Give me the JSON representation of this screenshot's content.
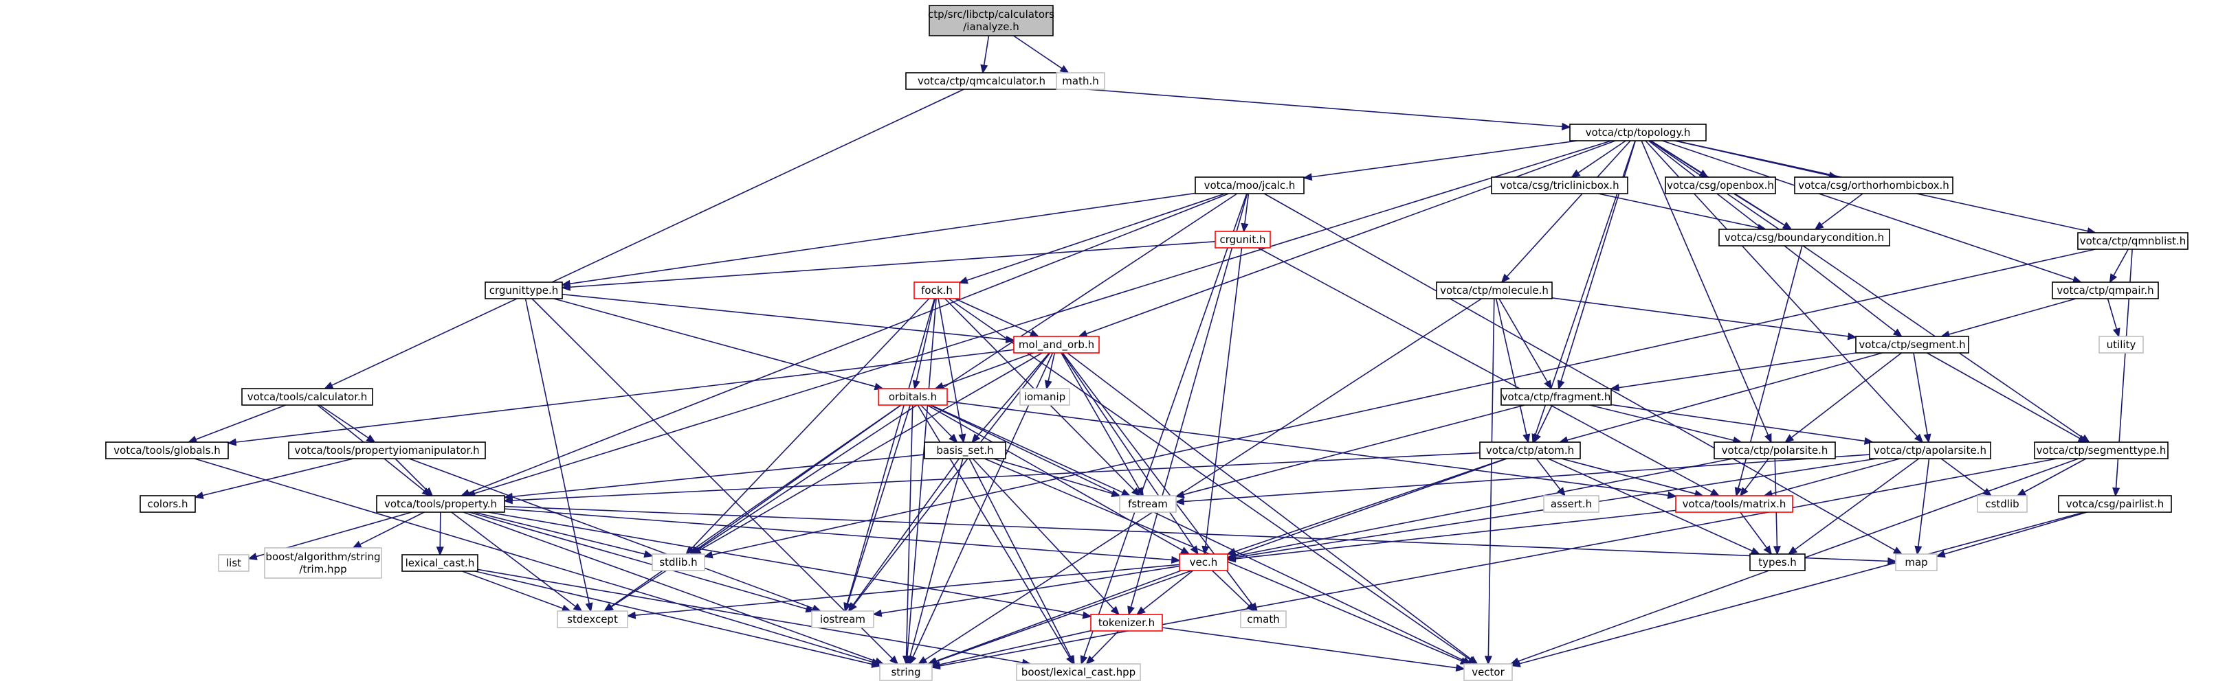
{
  "colors": {
    "edge": "#191970",
    "root_fill": "#bfbfbf",
    "missing": "#bfbfbf",
    "truncated": "#ff0000",
    "normal": "#000000"
  },
  "nodes": [
    {
      "id": "ianalyze",
      "lines": [
        "ctp/src/libctp/calculators",
        "/ianalyze.h"
      ],
      "kind": "root"
    },
    {
      "id": "qmcalculator",
      "lines": [
        "votca/ctp/qmcalculator.h"
      ],
      "kind": "normal"
    },
    {
      "id": "math",
      "lines": [
        "math.h"
      ],
      "kind": "gray"
    },
    {
      "id": "topology",
      "lines": [
        "votca/ctp/topology.h"
      ],
      "kind": "normal"
    },
    {
      "id": "jcalc",
      "lines": [
        "votca/moo/jcalc.h"
      ],
      "kind": "normal"
    },
    {
      "id": "triclinicbox",
      "lines": [
        "votca/csg/triclinicbox.h"
      ],
      "kind": "normal"
    },
    {
      "id": "openbox",
      "lines": [
        "votca/csg/openbox.h"
      ],
      "kind": "normal"
    },
    {
      "id": "orthorhombicbox",
      "lines": [
        "votca/csg/orthorhombicbox.h"
      ],
      "kind": "normal"
    },
    {
      "id": "qmnblist",
      "lines": [
        "votca/ctp/qmnblist.h"
      ],
      "kind": "normal"
    },
    {
      "id": "crgunit",
      "lines": [
        "crgunit.h"
      ],
      "kind": "red"
    },
    {
      "id": "boundarycondition",
      "lines": [
        "votca/csg/boundarycondition.h"
      ],
      "kind": "normal"
    },
    {
      "id": "crgunittype",
      "lines": [
        "crgunittype.h"
      ],
      "kind": "normal"
    },
    {
      "id": "fock",
      "lines": [
        "fock.h"
      ],
      "kind": "red"
    },
    {
      "id": "molecule",
      "lines": [
        "votca/ctp/molecule.h"
      ],
      "kind": "normal"
    },
    {
      "id": "qmpair",
      "lines": [
        "votca/ctp/qmpair.h"
      ],
      "kind": "normal"
    },
    {
      "id": "mol_and_orb",
      "lines": [
        "mol_and_orb.h"
      ],
      "kind": "red"
    },
    {
      "id": "segment",
      "lines": [
        "votca/ctp/segment.h"
      ],
      "kind": "normal"
    },
    {
      "id": "utility",
      "lines": [
        "utility"
      ],
      "kind": "gray"
    },
    {
      "id": "calculator",
      "lines": [
        "votca/tools/calculator.h"
      ],
      "kind": "normal"
    },
    {
      "id": "orbitals",
      "lines": [
        "orbitals.h"
      ],
      "kind": "red"
    },
    {
      "id": "iomanip",
      "lines": [
        "iomanip"
      ],
      "kind": "gray"
    },
    {
      "id": "fragment",
      "lines": [
        "votca/ctp/fragment.h"
      ],
      "kind": "normal"
    },
    {
      "id": "globals",
      "lines": [
        "votca/tools/globals.h"
      ],
      "kind": "normal"
    },
    {
      "id": "propertyiomanipulator",
      "lines": [
        "votca/tools/propertyiomanipulator.h"
      ],
      "kind": "normal"
    },
    {
      "id": "basis_set",
      "lines": [
        "basis_set.h"
      ],
      "kind": "normal"
    },
    {
      "id": "atom",
      "lines": [
        "votca/ctp/atom.h"
      ],
      "kind": "normal"
    },
    {
      "id": "polarsite",
      "lines": [
        "votca/ctp/polarsite.h"
      ],
      "kind": "normal"
    },
    {
      "id": "apolarsite",
      "lines": [
        "votca/ctp/apolarsite.h"
      ],
      "kind": "normal"
    },
    {
      "id": "segmenttype",
      "lines": [
        "votca/ctp/segmenttype.h"
      ],
      "kind": "normal"
    },
    {
      "id": "colors",
      "lines": [
        "colors.h"
      ],
      "kind": "normal"
    },
    {
      "id": "fstream",
      "lines": [
        "fstream"
      ],
      "kind": "gray"
    },
    {
      "id": "assert",
      "lines": [
        "assert.h"
      ],
      "kind": "gray"
    },
    {
      "id": "matrix",
      "lines": [
        "votca/tools/matrix.h"
      ],
      "kind": "red"
    },
    {
      "id": "cstdlib",
      "lines": [
        "cstdlib"
      ],
      "kind": "gray"
    },
    {
      "id": "property",
      "lines": [
        "votca/tools/property.h"
      ],
      "kind": "normal"
    },
    {
      "id": "pairlist",
      "lines": [
        "votca/csg/pairlist.h"
      ],
      "kind": "normal"
    },
    {
      "id": "list",
      "lines": [
        "list"
      ],
      "kind": "gray"
    },
    {
      "id": "boost_trim",
      "lines": [
        "boost/algorithm/string",
        "/trim.hpp"
      ],
      "kind": "gray"
    },
    {
      "id": "lexical_cast_h",
      "lines": [
        "lexical_cast.h"
      ],
      "kind": "normal"
    },
    {
      "id": "stdlib",
      "lines": [
        "stdlib.h"
      ],
      "kind": "gray"
    },
    {
      "id": "types",
      "lines": [
        "types.h"
      ],
      "kind": "normal"
    },
    {
      "id": "map",
      "lines": [
        "map"
      ],
      "kind": "gray"
    },
    {
      "id": "vec",
      "lines": [
        "vec.h"
      ],
      "kind": "red"
    },
    {
      "id": "stdexcept",
      "lines": [
        "stdexcept"
      ],
      "kind": "gray"
    },
    {
      "id": "iostream",
      "lines": [
        "iostream"
      ],
      "kind": "gray"
    },
    {
      "id": "cmath",
      "lines": [
        "cmath"
      ],
      "kind": "gray"
    },
    {
      "id": "tokenizer",
      "lines": [
        "tokenizer.h"
      ],
      "kind": "red"
    },
    {
      "id": "string",
      "lines": [
        "string"
      ],
      "kind": "gray"
    },
    {
      "id": "boost_lexical",
      "lines": [
        "boost/lexical_cast.hpp"
      ],
      "kind": "gray"
    },
    {
      "id": "vector",
      "lines": [
        "vector"
      ],
      "kind": "gray"
    }
  ],
  "edges": [
    [
      "ianalyze",
      "qmcalculator"
    ],
    [
      "ianalyze",
      "math"
    ],
    [
      "qmcalculator",
      "topology"
    ],
    [
      "qmcalculator",
      "calculator"
    ],
    [
      "topology",
      "jcalc"
    ],
    [
      "topology",
      "triclinicbox"
    ],
    [
      "topology",
      "openbox"
    ],
    [
      "topology",
      "orthorhombicbox"
    ],
    [
      "topology",
      "qmnblist"
    ],
    [
      "topology",
      "boundarycondition"
    ],
    [
      "topology",
      "molecule"
    ],
    [
      "topology",
      "qmpair"
    ],
    [
      "topology",
      "segment"
    ],
    [
      "topology",
      "fragment"
    ],
    [
      "topology",
      "atom"
    ],
    [
      "topology",
      "polarsite"
    ],
    [
      "topology",
      "apolarsite"
    ],
    [
      "topology",
      "segmenttype"
    ],
    [
      "topology",
      "mol_and_orb"
    ],
    [
      "topology",
      "property"
    ],
    [
      "triclinicbox",
      "boundarycondition"
    ],
    [
      "openbox",
      "boundarycondition"
    ],
    [
      "orthorhombicbox",
      "boundarycondition"
    ],
    [
      "boundarycondition",
      "matrix"
    ],
    [
      "jcalc",
      "crgunit"
    ],
    [
      "jcalc",
      "crgunittype"
    ],
    [
      "jcalc",
      "fock"
    ],
    [
      "jcalc",
      "property"
    ],
    [
      "jcalc",
      "tokenizer"
    ],
    [
      "jcalc",
      "map"
    ],
    [
      "jcalc",
      "boost_lexical"
    ],
    [
      "jcalc",
      "stdexcept"
    ],
    [
      "crgunit",
      "crgunittype"
    ],
    [
      "crgunit",
      "vec"
    ],
    [
      "crgunit",
      "matrix"
    ],
    [
      "crgunittype",
      "mol_and_orb"
    ],
    [
      "crgunittype",
      "orbitals"
    ],
    [
      "crgunittype",
      "string"
    ],
    [
      "crgunittype",
      "stdexcept"
    ],
    [
      "fock",
      "mol_and_orb"
    ],
    [
      "fock",
      "orbitals"
    ],
    [
      "fock",
      "basis_set"
    ],
    [
      "fock",
      "fstream"
    ],
    [
      "fock",
      "iostream"
    ],
    [
      "fock",
      "stdlib"
    ],
    [
      "fock",
      "vector"
    ],
    [
      "fock",
      "string"
    ],
    [
      "mol_and_orb",
      "orbitals"
    ],
    [
      "mol_and_orb",
      "basis_set"
    ],
    [
      "mol_and_orb",
      "iomanip"
    ],
    [
      "mol_and_orb",
      "vec"
    ],
    [
      "mol_and_orb",
      "fstream"
    ],
    [
      "mol_and_orb",
      "iostream"
    ],
    [
      "mol_and_orb",
      "stdlib"
    ],
    [
      "mol_and_orb",
      "globals"
    ],
    [
      "mol_and_orb",
      "vector"
    ],
    [
      "mol_and_orb",
      "cmath"
    ],
    [
      "mol_and_orb",
      "string"
    ],
    [
      "orbitals",
      "basis_set"
    ],
    [
      "orbitals",
      "matrix"
    ],
    [
      "orbitals",
      "vec"
    ],
    [
      "orbitals",
      "fstream"
    ],
    [
      "orbitals",
      "iostream"
    ],
    [
      "orbitals",
      "stdlib"
    ],
    [
      "orbitals",
      "string"
    ],
    [
      "orbitals",
      "stdexcept"
    ],
    [
      "orbitals",
      "boost_lexical"
    ],
    [
      "orbitals",
      "vector"
    ],
    [
      "basis_set",
      "property"
    ],
    [
      "basis_set",
      "fstream"
    ],
    [
      "basis_set",
      "tokenizer"
    ],
    [
      "basis_set",
      "iostream"
    ],
    [
      "basis_set",
      "string"
    ],
    [
      "basis_set",
      "boost_lexical"
    ],
    [
      "basis_set",
      "vector"
    ],
    [
      "qmnblist",
      "qmpair"
    ],
    [
      "qmnblist",
      "pairlist"
    ],
    [
      "qmnblist",
      "stdlib"
    ],
    [
      "qmpair",
      "segment"
    ],
    [
      "qmpair",
      "utility"
    ],
    [
      "molecule",
      "segment"
    ],
    [
      "molecule",
      "fragment"
    ],
    [
      "molecule",
      "atom"
    ],
    [
      "molecule",
      "string"
    ],
    [
      "molecule",
      "vector"
    ],
    [
      "segment",
      "fragment"
    ],
    [
      "segment",
      "atom"
    ],
    [
      "segment",
      "polarsite"
    ],
    [
      "segment",
      "apolarsite"
    ],
    [
      "segment",
      "segmenttype"
    ],
    [
      "fragment",
      "atom"
    ],
    [
      "fragment",
      "polarsite"
    ],
    [
      "fragment",
      "apolarsite"
    ],
    [
      "fragment",
      "fstream"
    ],
    [
      "atom",
      "property"
    ],
    [
      "atom",
      "matrix"
    ],
    [
      "atom",
      "vec"
    ],
    [
      "atom",
      "assert"
    ],
    [
      "atom",
      "types"
    ],
    [
      "atom",
      "string"
    ],
    [
      "polarsite",
      "matrix"
    ],
    [
      "polarsite",
      "vec"
    ],
    [
      "polarsite",
      "types"
    ],
    [
      "apolarsite",
      "matrix"
    ],
    [
      "apolarsite",
      "vec"
    ],
    [
      "apolarsite",
      "types"
    ],
    [
      "apolarsite",
      "map"
    ],
    [
      "apolarsite",
      "cstdlib"
    ],
    [
      "apolarsite",
      "fstream"
    ],
    [
      "segmenttype",
      "cstdlib"
    ],
    [
      "segmenttype",
      "string"
    ],
    [
      "segmenttype",
      "vector"
    ],
    [
      "pairlist",
      "map"
    ],
    [
      "pairlist",
      "vector"
    ],
    [
      "calculator",
      "property"
    ],
    [
      "calculator",
      "propertyiomanipulator"
    ],
    [
      "calculator",
      "globals"
    ],
    [
      "propertyiomanipulator",
      "property"
    ],
    [
      "propertyiomanipulator",
      "colors"
    ],
    [
      "propertyiomanipulator",
      "iostream"
    ],
    [
      "globals",
      "string"
    ],
    [
      "property",
      "list"
    ],
    [
      "property",
      "boost_trim"
    ],
    [
      "property",
      "lexical_cast_h"
    ],
    [
      "property",
      "stdlib"
    ],
    [
      "property",
      "map"
    ],
    [
      "property",
      "vec"
    ],
    [
      "property",
      "stdexcept"
    ],
    [
      "property",
      "iostream"
    ],
    [
      "property",
      "tokenizer"
    ],
    [
      "property",
      "string"
    ],
    [
      "lexical_cast_h",
      "stdexcept"
    ],
    [
      "lexical_cast_h",
      "string"
    ],
    [
      "lexical_cast_h",
      "boost_lexical"
    ],
    [
      "matrix",
      "vec"
    ],
    [
      "matrix",
      "types"
    ],
    [
      "vec",
      "iostream"
    ],
    [
      "vec",
      "cmath"
    ],
    [
      "vec",
      "tokenizer"
    ],
    [
      "vec",
      "stdexcept"
    ],
    [
      "vec",
      "string"
    ],
    [
      "tokenizer",
      "string"
    ],
    [
      "tokenizer",
      "vector"
    ],
    [
      "tokenizer",
      "boost_lexical"
    ]
  ]
}
